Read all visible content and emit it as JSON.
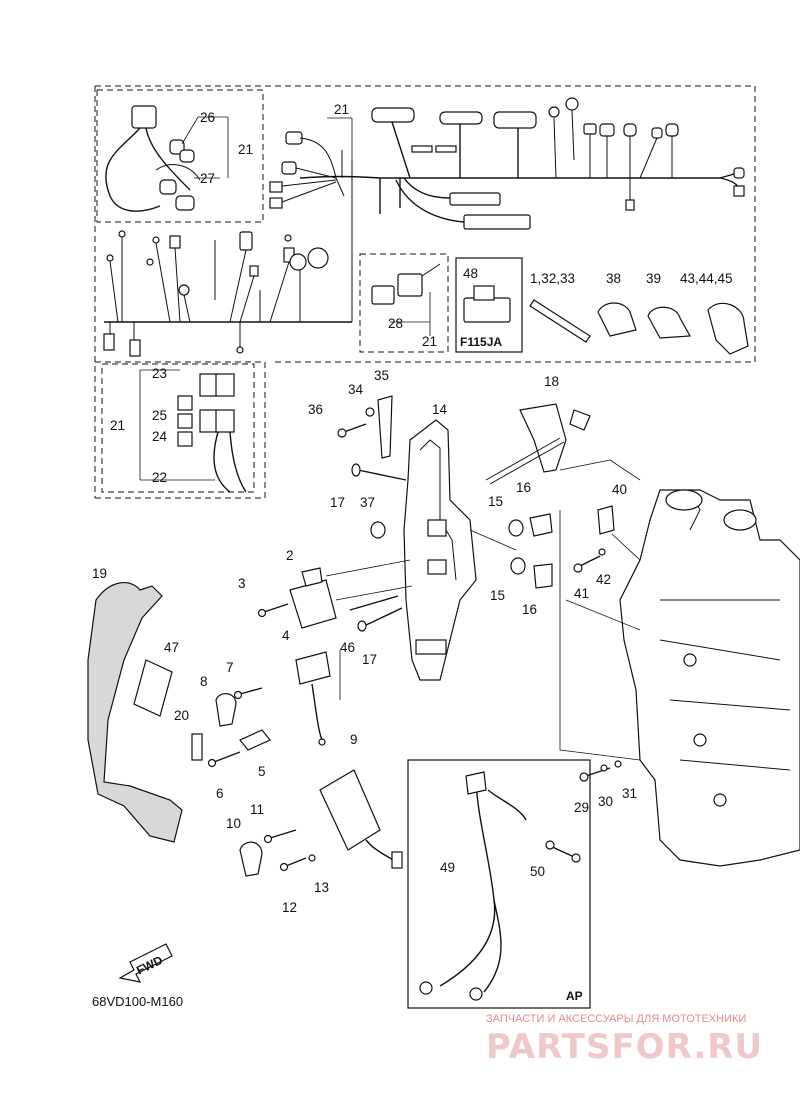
{
  "diagram": {
    "model_code": "68VD100-M160",
    "fwd_label": "FWD",
    "variant_label": "F115JA",
    "ap_label": "AP"
  },
  "callouts": {
    "c1_32_33": "1,32,33",
    "c2": "2",
    "c3": "3",
    "c4": "4",
    "c5": "5",
    "c6": "6",
    "c7": "7",
    "c8": "8",
    "c9": "9",
    "c10": "10",
    "c11": "11",
    "c12": "12",
    "c13": "13",
    "c14": "14",
    "c15a": "15",
    "c15b": "15",
    "c16a": "16",
    "c16b": "16",
    "c17a": "17",
    "c17b": "17",
    "c18": "18",
    "c19": "19",
    "c20": "20",
    "c21a": "21",
    "c21b": "21",
    "c21c": "21",
    "c21d": "21",
    "c22": "22",
    "c23": "23",
    "c24": "24",
    "c25": "25",
    "c26": "26",
    "c27": "27",
    "c28": "28",
    "c29": "29",
    "c30": "30",
    "c31": "31",
    "c34": "34",
    "c35": "35",
    "c36": "36",
    "c37": "37",
    "c38": "38",
    "c39": "39",
    "c40": "40",
    "c41": "41",
    "c42": "42",
    "c43_44_45": "43,44,45",
    "c46": "46",
    "c47": "47",
    "c48": "48",
    "c49": "49",
    "c50": "50"
  },
  "watermark": {
    "top_line": "ЗАПЧАСТИ И АКСЕССУАРЫ ДЛЯ МОТОТЕХНИКИ",
    "brand": "PARTSFOR.RU"
  }
}
